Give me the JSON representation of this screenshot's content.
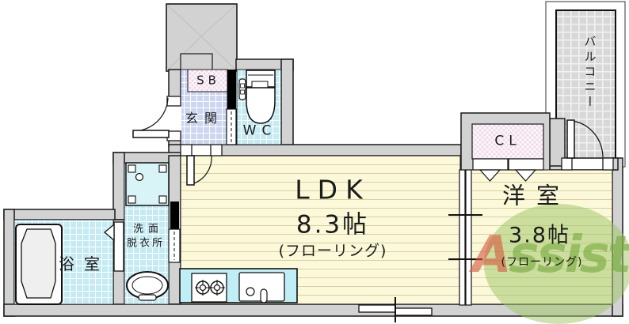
{
  "rooms": {
    "entrance": {
      "label": "玄関"
    },
    "shoe_box": {
      "label": "SB"
    },
    "wc": {
      "label": "WC"
    },
    "ldk": {
      "label": "LDK",
      "size": "8.3帖",
      "floor_note": "(フローリング)"
    },
    "washroom": {
      "line1": "洗面",
      "line2": "脱衣所"
    },
    "bathroom": {
      "label": "浴室"
    },
    "closet": {
      "label": "CL"
    },
    "western_room": {
      "label": "洋室",
      "size": "3.8帖",
      "floor_note": "(フローリング)"
    },
    "balcony": {
      "label": "バルコニー"
    }
  },
  "watermark": {
    "brand_first": "A",
    "brand_rest": "ssist"
  },
  "colors": {
    "floor_yellow": "#fbf9d9",
    "tile_cyan": "#c4ebf3",
    "tile_blue": "#ccd6f1",
    "check_pink": "#f1dbeb",
    "balcony_gray": "#d8d8d8",
    "wall_gray": "#d2d2d2",
    "logo_green": "#76a93c",
    "logo_red": "#d8563f"
  }
}
